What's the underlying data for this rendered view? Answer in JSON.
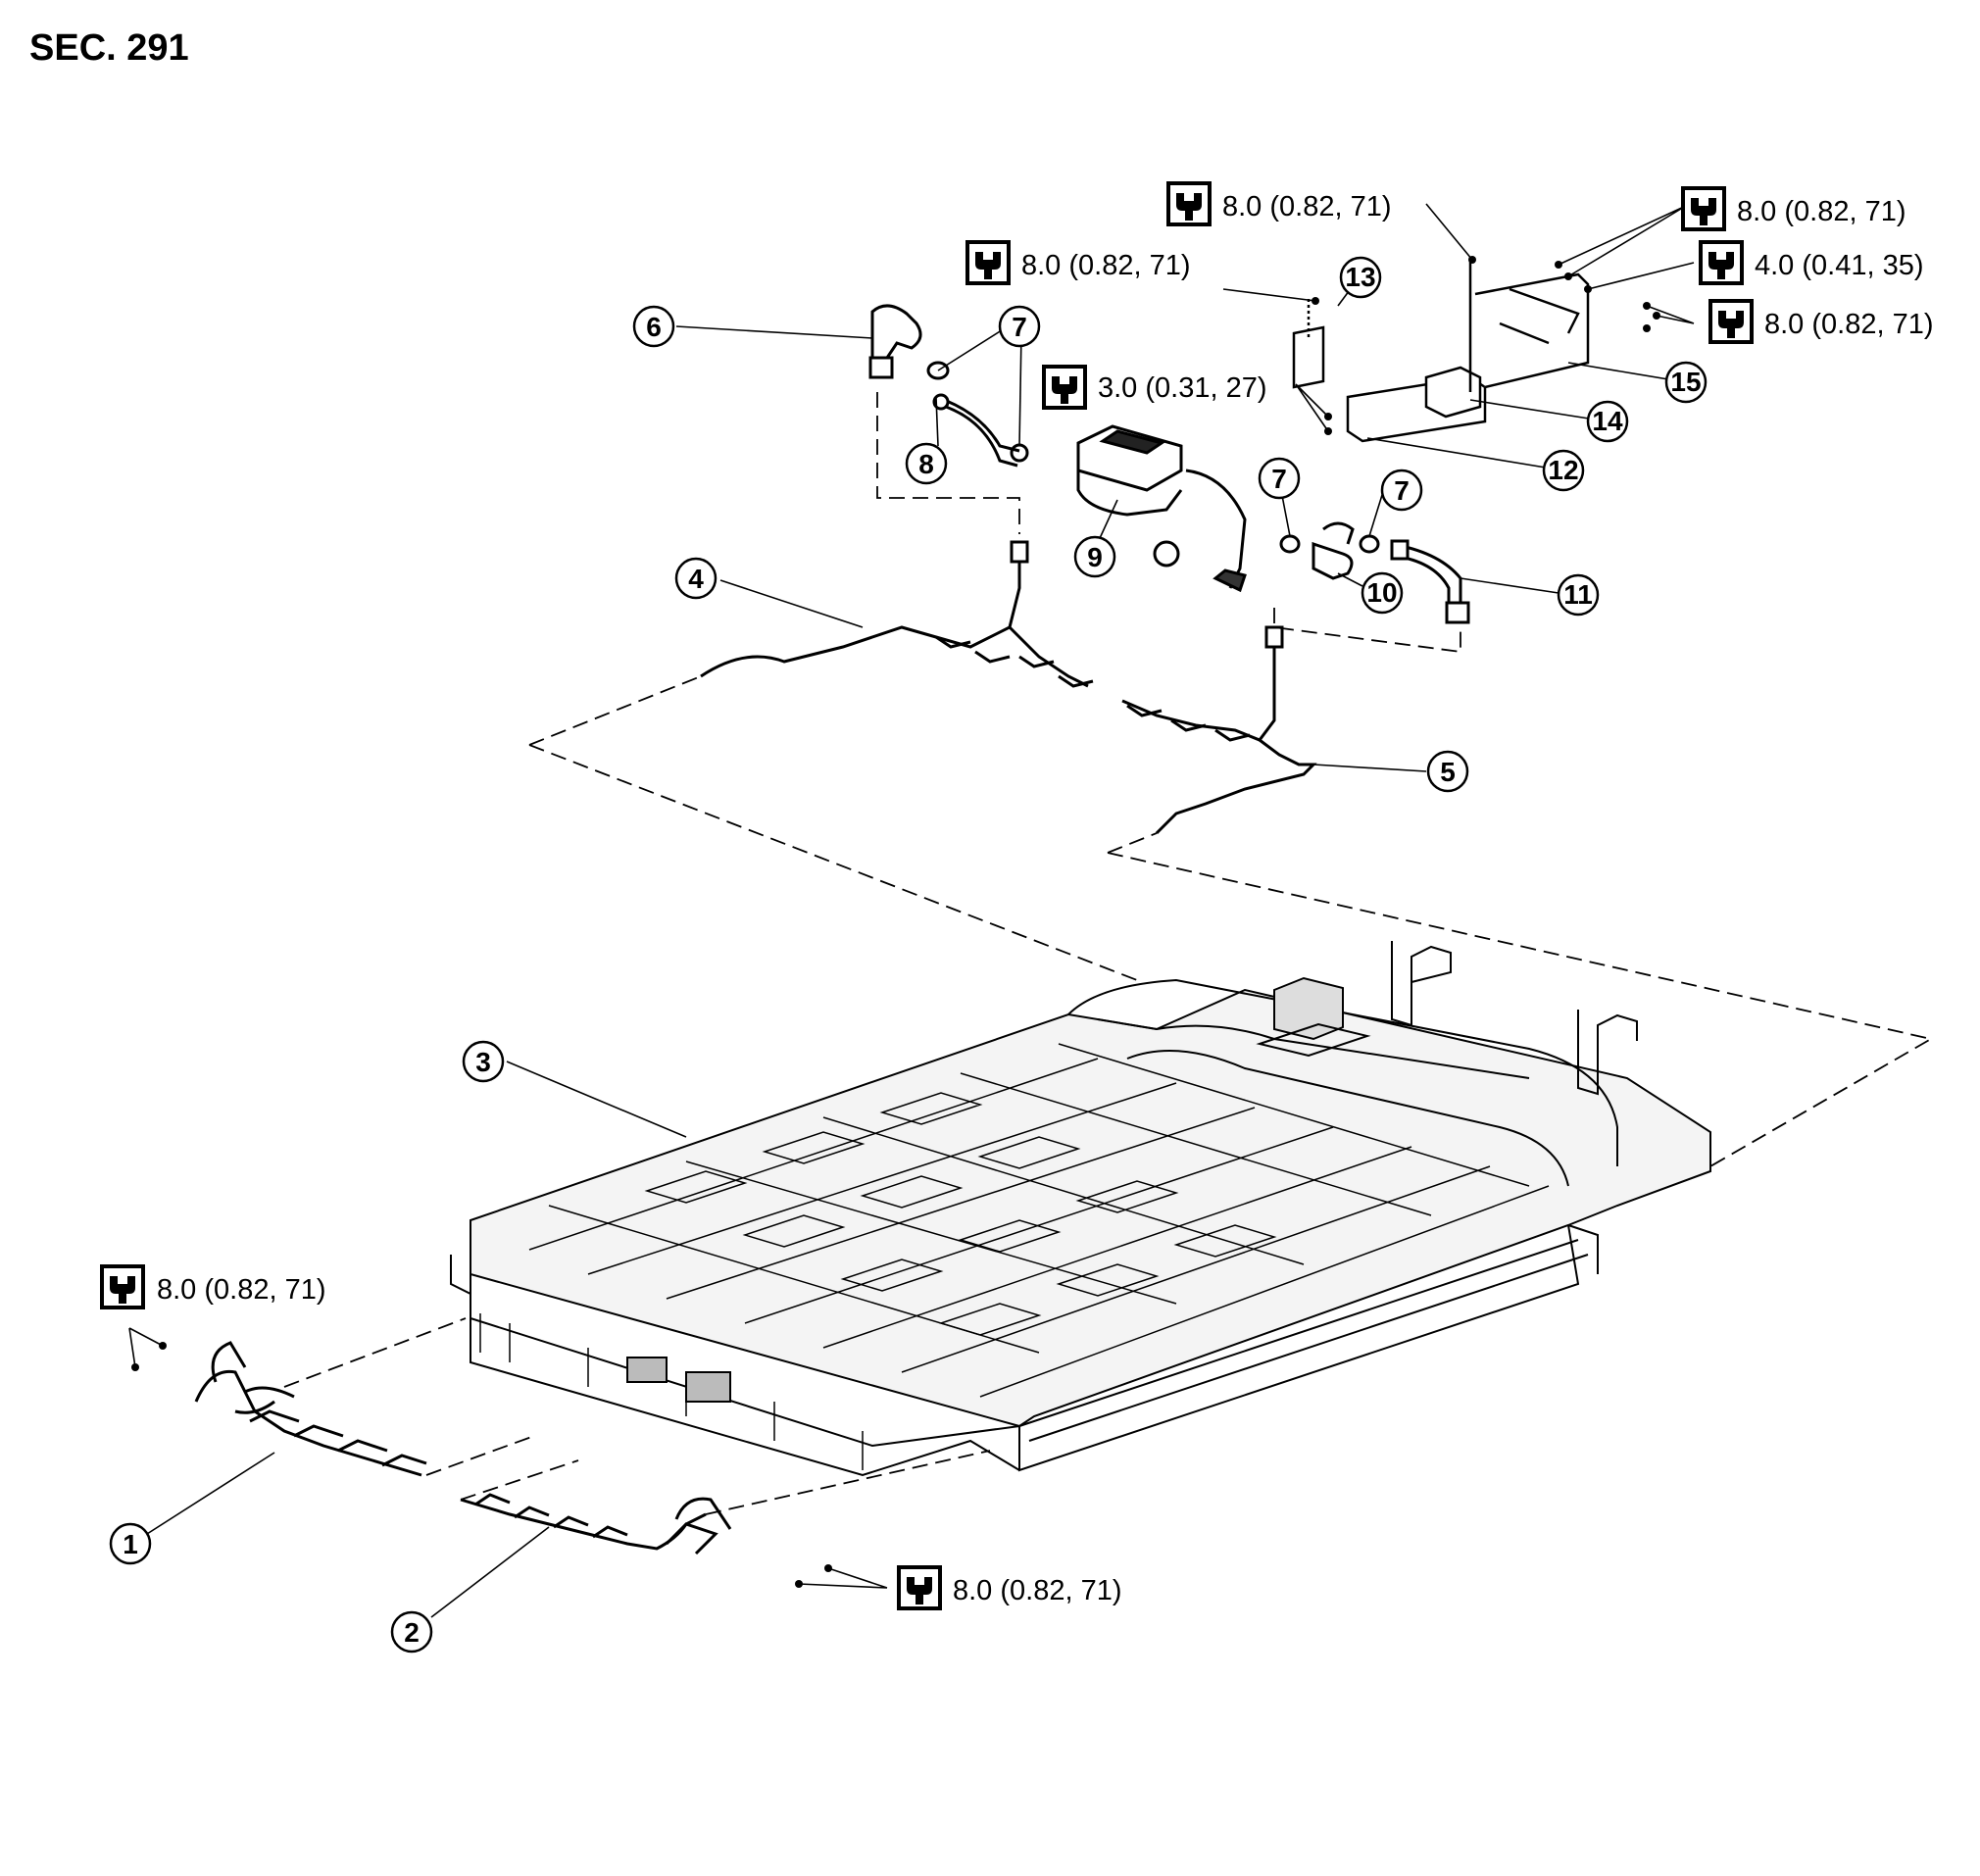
{
  "section_title": "SEC. 291",
  "callouts": [
    "1",
    "2",
    "3",
    "4",
    "5",
    "6",
    "7",
    "8",
    "9",
    "10",
    "11",
    "12",
    "13",
    "14",
    "15"
  ],
  "torque_icon": "torque-wrench-icon",
  "torque_specs": [
    "8.0 (0.82, 71)",
    "8.0 (0.82, 71)",
    "8.0 (0.82, 71)",
    "4.0 (0.41, 35)",
    "8.0 (0.82, 71)",
    "3.0 (0.31, 27)",
    "8.0 (0.82, 71)",
    "8.0 (0.82, 71)"
  ]
}
